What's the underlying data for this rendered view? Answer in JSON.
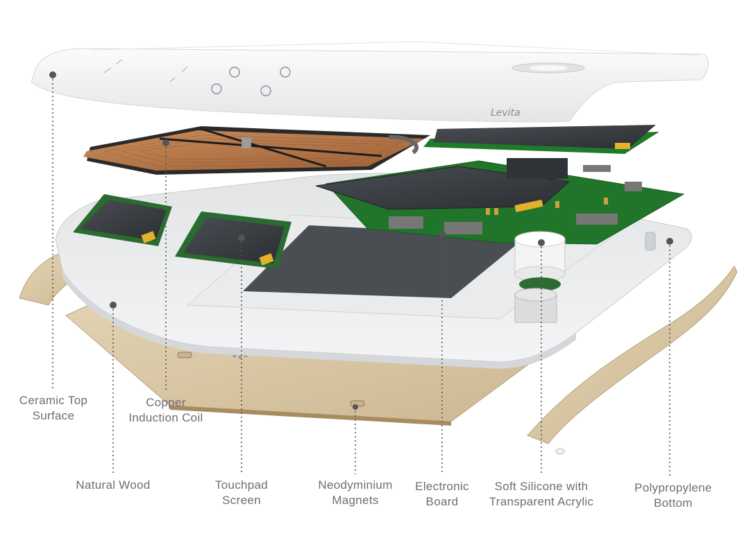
{
  "brand": {
    "top_logo": "Levita"
  },
  "labels": {
    "ceramic": [
      "Ceramic Top",
      "Surface"
    ],
    "copper": [
      "Copper",
      "Induction Coil"
    ],
    "wood": [
      "Natural Wood"
    ],
    "touchpad": [
      "Touchpad",
      "Screen"
    ],
    "magnets": [
      "Neodyminium",
      "Magnets"
    ],
    "electronic": [
      "Electronic",
      "Board"
    ],
    "silicone": [
      "Soft Silicone with",
      "Transparent Acrylic"
    ],
    "polypropylene": [
      "Polypropylene",
      "Bottom"
    ]
  },
  "colors": {
    "wood": "#d9c7a6",
    "copper": "#b8794a",
    "pcb": "#1f7a2a",
    "screen": "#3c3f44",
    "shell": "#e8eaec",
    "label": "#6e6e6e",
    "leader": "#555555"
  }
}
